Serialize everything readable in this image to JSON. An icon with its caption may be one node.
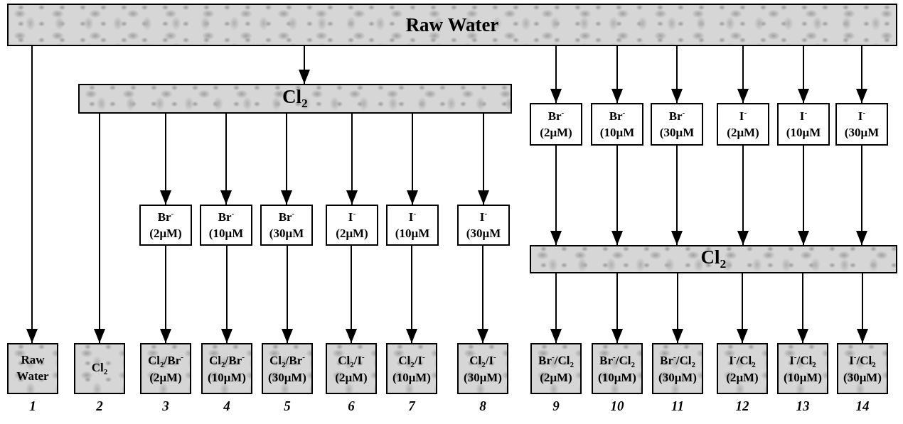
{
  "diagram": {
    "nodes": [
      {
        "text": [
          "Raw Water"
        ]
      },
      {
        "text": [
          "Cl$_{2}$"
        ]
      },
      {
        "text": [
          "Br$^{-}$ (2μM)"
        ]
      },
      {
        "text": [
          "Br$^{-}$ (10μM"
        ]
      },
      {
        "text": [
          "Br$^{-}$ (30μM"
        ]
      },
      {
        "text": [
          "I$^{-}$ (2μM)"
        ]
      },
      {
        "text": [
          "I$^{-}$ (10μM"
        ]
      },
      {
        "text": [
          "I$^{-}$ (30μM"
        ]
      },
      {
        "text": [
          "Br$^{-}$ (2μM)"
        ]
      },
      {
        "text": [
          "Br$^{-}$ (10μM"
        ]
      },
      {
        "text": [
          "Br$^{-}$ (30μM"
        ]
      },
      {
        "text": [
          "I$^{-}$ (2μM)"
        ]
      },
      {
        "text": [
          "I$^{-}$ (10μM"
        ]
      },
      {
        "text": [
          "I$^{-}$ (30μM"
        ]
      },
      {
        "text": [
          "Cl$_{2}$"
        ]
      },
      {
        "text": [
          "Raw Water"
        ],
        "beside": [
          "1"
        ]
      },
      {
        "text": [
          "Cl$_{2}$"
        ],
        "beside": [
          "2"
        ]
      },
      {
        "text": [
          "Cl$_{2}$/Br$^{-}$ (2μM)"
        ],
        "beside": [
          "3"
        ]
      },
      {
        "text": [
          "Cl$_{2}$/Br$^{-}$ (10μM)"
        ],
        "beside": [
          "4"
        ]
      },
      {
        "text": [
          "Cl$_{2}$/Br$^{-}$ (30μM)"
        ],
        "beside": [
          "5"
        ]
      },
      {
        "text": [
          "Cl$_{2}$/I$^{-}$ (2μM)"
        ],
        "beside": [
          "6"
        ]
      },
      {
        "text": [
          "Cl$_{2}$/I$^{-}$ (10μM)"
        ],
        "beside": [
          "7"
        ]
      },
      {
        "text": [
          "Cl$_{2}$/I$^{-}$ (30μM)"
        ],
        "beside": [
          "8"
        ]
      },
      {
        "text": [
          "Br$^{-}$/Cl$_{2}$ (2μM)"
        ],
        "beside": [
          "9"
        ]
      },
      {
        "text": [
          "Br$^{-}$/Cl$_{2}$ (10μM)"
        ],
        "beside": [
          "10"
        ]
      },
      {
        "text": [
          "Br$^{-}$/Cl$_{2}$ (30μM)"
        ],
        "beside": [
          "11"
        ]
      },
      {
        "text": [
          "I$^{-}$/Cl$_{2}$ (2μM)"
        ],
        "beside": [
          "12"
        ]
      },
      {
        "text": [
          "I$^{-}$/Cl$_{2}$ (10μM)"
        ],
        "beside": [
          "13"
        ]
      },
      {
        "text": [
          "I$^{-}$/Cl$_{2}$ (30μM)"
        ],
        "beside": [
          "14"
        ]
      }
    ],
    "edges": [
      {
        "from": 0,
        "to": 15,
        "arrow": "to"
      },
      {
        "from": 0,
        "to": 1,
        "arrow": "to"
      },
      {
        "from": 0,
        "to": 8,
        "arrow": "to"
      },
      {
        "from": 0,
        "to": 9,
        "arrow": "to"
      },
      {
        "from": 0,
        "to": 10,
        "arrow": "to"
      },
      {
        "from": 0,
        "to": 11,
        "arrow": "to"
      },
      {
        "from": 0,
        "to": 12,
        "arrow": "to"
      },
      {
        "from": 0,
        "to": 13,
        "arrow": "to"
      },
      {
        "from": 1,
        "to": 16,
        "arrow": "to"
      },
      {
        "from": 1,
        "to": 2,
        "arrow": "to"
      },
      {
        "from": 1,
        "to": 3,
        "arrow": "to"
      },
      {
        "from": 1,
        "to": 4,
        "arrow": "to"
      },
      {
        "from": 1,
        "to": 5,
        "arrow": "to"
      },
      {
        "from": 1,
        "to": 6,
        "arrow": "to"
      },
      {
        "from": 1,
        "to": 7,
        "arrow": "to"
      },
      {
        "from": 2,
        "to": 17,
        "arrow": "to"
      },
      {
        "from": 3,
        "to": 18,
        "arrow": "to"
      },
      {
        "from": 4,
        "to": 19,
        "arrow": "to"
      },
      {
        "from": 5,
        "to": 20,
        "arrow": "to"
      },
      {
        "from": 6,
        "to": 21,
        "arrow": "to"
      },
      {
        "from": 7,
        "to": 22,
        "arrow": "to"
      },
      {
        "from": 8,
        "to": 14,
        "arrow": "to"
      },
      {
        "from": 9,
        "to": 14,
        "arrow": "to"
      },
      {
        "from": 10,
        "to": 14,
        "arrow": "to"
      },
      {
        "from": 11,
        "to": 14,
        "arrow": "to"
      },
      {
        "from": 12,
        "to": 14,
        "arrow": "to"
      },
      {
        "from": 13,
        "to": 14,
        "arrow": "to"
      },
      {
        "from": 14,
        "to": 23,
        "arrow": "to"
      },
      {
        "from": 14,
        "to": 24,
        "arrow": "to"
      },
      {
        "from": 14,
        "to": 25,
        "arrow": "to"
      },
      {
        "from": 14,
        "to": 26,
        "arrow": "to"
      },
      {
        "from": 14,
        "to": 27,
        "arrow": "to"
      },
      {
        "from": 14,
        "to": 28,
        "arrow": "to"
      }
    ]
  }
}
